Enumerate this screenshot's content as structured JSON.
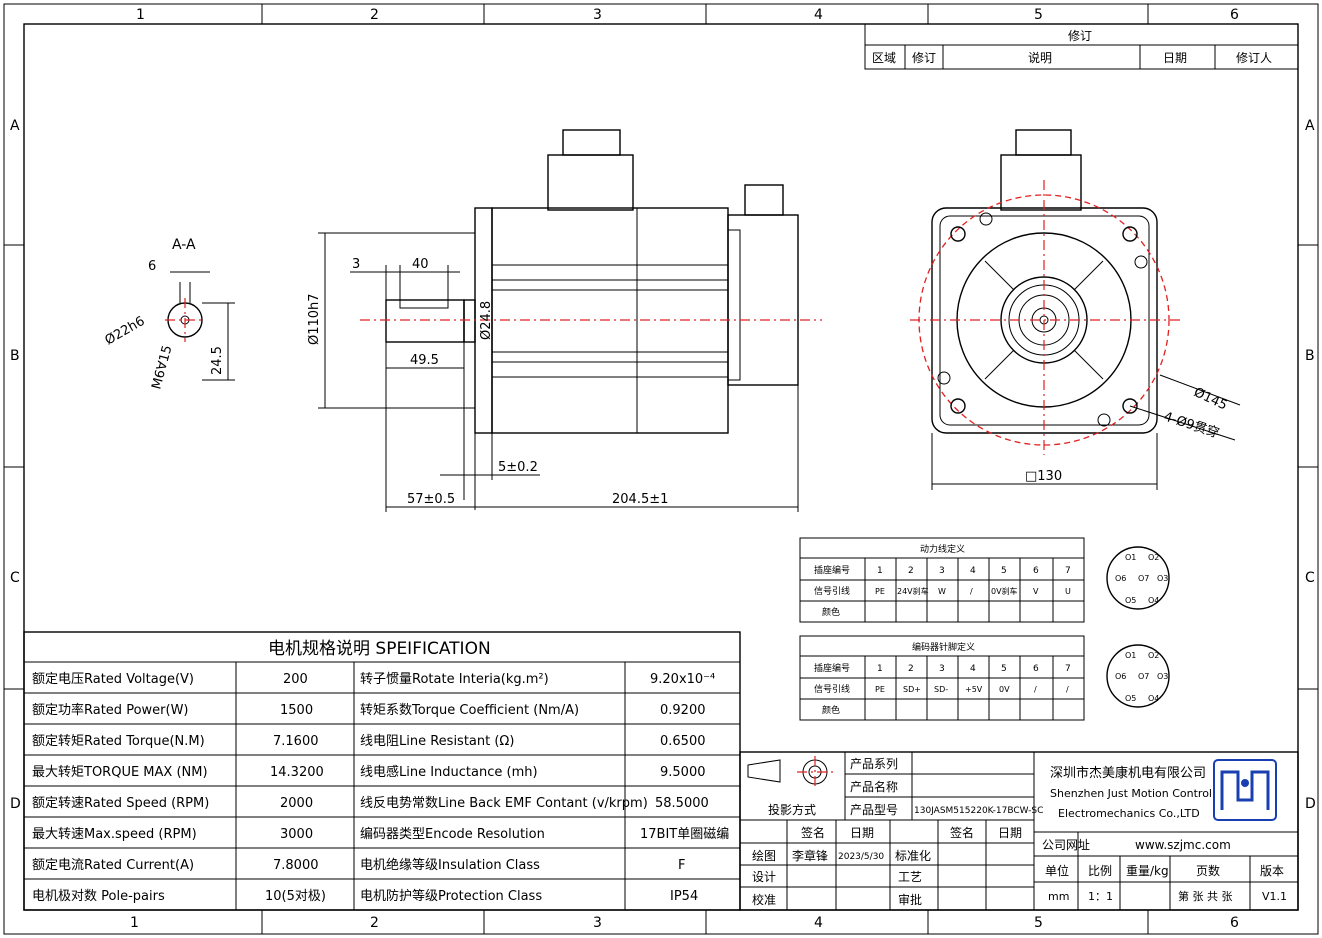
{
  "border": {
    "columns": [
      "1",
      "2",
      "3",
      "4",
      "5",
      "6"
    ],
    "rows": [
      "A",
      "B",
      "C",
      "D"
    ]
  },
  "revision": {
    "title": "修订",
    "headers": [
      "区域",
      "修订",
      "说明",
      "日期",
      "修订人"
    ]
  },
  "section_view": {
    "title": "A-A",
    "dim_width": "6",
    "dim_shaft": "Ø22h6",
    "dim_thread": "M6∀15",
    "dim_height": "24.5"
  },
  "side_view": {
    "dim_key_offset": "3",
    "dim_key_length": "40",
    "dim_pilot": "Ø110h7",
    "dim_shaft_dia": "Ø24.8",
    "dim_shaft_len": "49.5",
    "dim_flange": "5±0.2",
    "dim_shaft_total": "57±0.5",
    "dim_body": "204.5±1"
  },
  "front_view": {
    "dim_pcd": "Ø145",
    "dim_holes": "4-Ø9贯穿",
    "dim_square": "□130"
  },
  "power_table": {
    "title": "动力线定义",
    "row_labels": [
      "插座编号",
      "信号引线",
      "颜色"
    ],
    "pins": [
      "1",
      "2",
      "3",
      "4",
      "5",
      "6",
      "7"
    ],
    "signals": [
      "PE",
      "24V刹车",
      "W",
      "/",
      "0V刹车",
      "V",
      "U"
    ]
  },
  "encoder_table": {
    "title": "编码器针脚定义",
    "row_labels": [
      "插座编号",
      "信号引线",
      "颜色"
    ],
    "pins": [
      "1",
      "2",
      "3",
      "4",
      "5",
      "6",
      "7"
    ],
    "signals": [
      "PE",
      "SD+",
      "SD-",
      "+5V",
      "0V",
      "/",
      "/"
    ]
  },
  "connector_a": {
    "pins": [
      "O1",
      "O2",
      "O6",
      "O7",
      "O3",
      "O5",
      "O4"
    ]
  },
  "connector_b": {
    "pins": [
      "O1",
      "O2",
      "O6",
      "O7",
      "O3",
      "O5",
      "O4"
    ]
  },
  "spec": {
    "title": "电机规格说明 SPEIFICATION",
    "rows": [
      {
        "l": "额定电压Rated Voltage(V)",
        "lv": "200",
        "r": "转子惯量Rotate Interia(kg.m²)",
        "rv": "9.20x10⁻⁴"
      },
      {
        "l": "额定功率Rated Power(W)",
        "lv": "1500",
        "r": "转矩系数Torque Coefficient (Nm/A)",
        "rv": "0.9200"
      },
      {
        "l": "额定转矩Rated Torque(N.M)",
        "lv": "7.1600",
        "r": "线电阻Line Resistant (Ω)",
        "rv": "0.6500"
      },
      {
        "l": "最大转矩TORQUE MAX (NM)",
        "lv": "14.3200",
        "r": "线电感Line Inductance (mh)",
        "rv": "9.5000"
      },
      {
        "l": "额定转速Rated Speed (RPM)",
        "lv": "2000",
        "r": "线反电势常数Line Back EMF Contant (v/krpm)",
        "rv": "58.5000"
      },
      {
        "l": "最大转速Max.speed (RPM)",
        "lv": "3000",
        "r": "编码器类型Encode Resolution",
        "rv": "17BIT单圈磁编"
      },
      {
        "l": "额定电流Rated Current(A)",
        "lv": "7.8000",
        "r": "电机绝缘等级Insulation Class",
        "rv": "F"
      },
      {
        "l": "电机极对数 Pole-pairs",
        "lv": "10(5对极)",
        "r": "电机防护等级Protection Class",
        "rv": "IP54"
      }
    ]
  },
  "title_block": {
    "product_series": "产品系列",
    "product_name": "产品名称",
    "projection": "投影方式",
    "product_model_label": "产品型号",
    "product_model": "130JASM515220K-17BCW-SC",
    "sign": "签名",
    "date": "日期",
    "sign2": "签名",
    "date2": "日期",
    "draw": "绘图",
    "drawer": "李章锋",
    "draw_date": "2023/5/30",
    "standard": "标准化",
    "design": "设计",
    "process": "工艺",
    "check": "校准",
    "approve": "审批",
    "company_cn": "深圳市杰美康机电有限公司",
    "company_en1": "Shenzhen Just Motion Control",
    "company_en2": "Electromechanics Co.,LTD",
    "website_label": "公司网址",
    "website": "www.szjmc.com",
    "unit_label": "单位",
    "scale_label": "比例",
    "weight_label": "重量/kg",
    "pages_label": "页数",
    "version_label": "版本",
    "unit": "mm",
    "scale": "1：1",
    "pages": "第 张 共 张",
    "version": "V1.1"
  }
}
